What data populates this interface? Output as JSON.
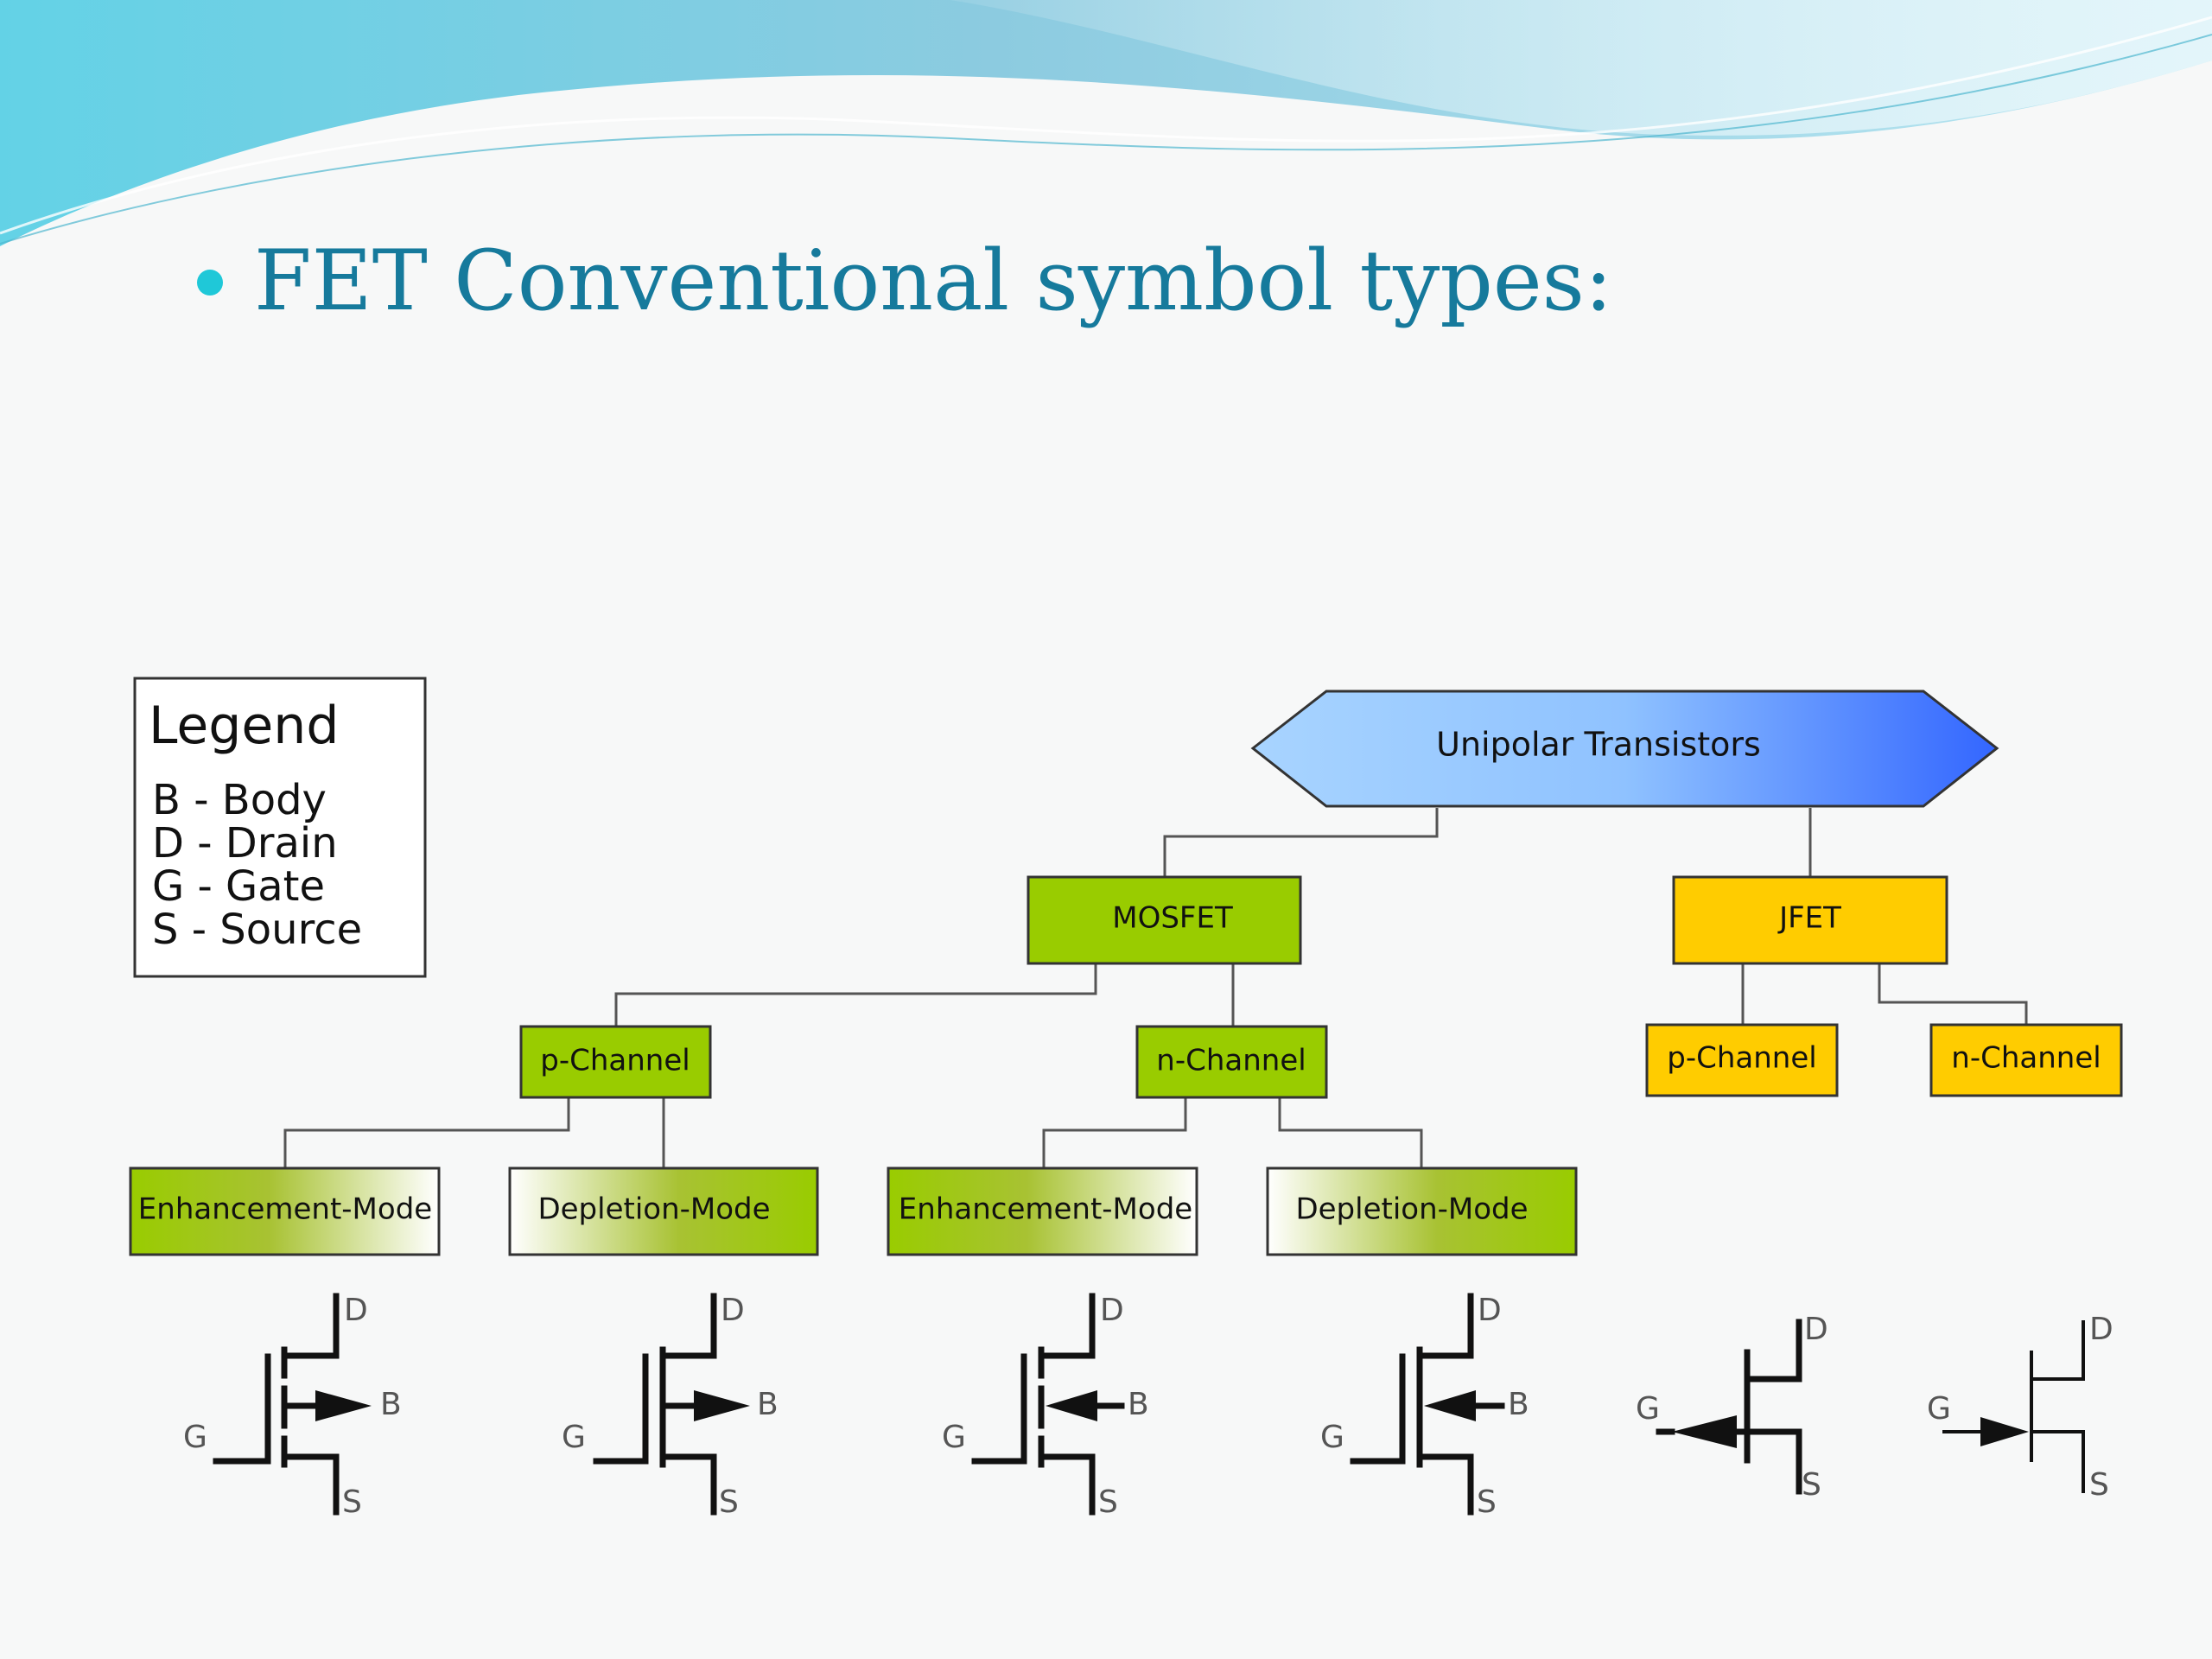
{
  "slide": {
    "title": "FET Conventional symbol types:",
    "colors": {
      "title": "#167a9c",
      "bullet": "#1fc8d8",
      "mosfet_green": "#99cc00",
      "jfet_yellow": "#ffcc00",
      "root_light": "#a3d1ff",
      "root_dark": "#3366ff"
    }
  },
  "legend": {
    "title": "Legend",
    "items": [
      "B - Body",
      "D - Drain",
      "G - Gate",
      "S - Source"
    ]
  },
  "tree": {
    "root": "Unipolar Transistors",
    "mosfet": {
      "label": "MOSFET",
      "p_channel": "p-Channel",
      "n_channel": "n-Channel",
      "p_enhancement": "Enhancement-Mode",
      "p_depletion": "Depletion-Mode",
      "n_enhancement": "Enhancement-Mode",
      "n_depletion": "Depletion-Mode"
    },
    "jfet": {
      "label": "JFET",
      "p_channel": "p-Channel",
      "n_channel": "n-Channel"
    }
  },
  "terminals": {
    "drain": "D",
    "gate": "G",
    "source": "S",
    "body": "B"
  }
}
